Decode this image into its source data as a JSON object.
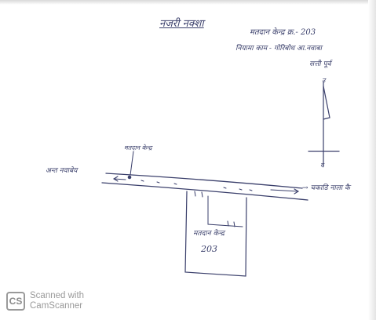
{
  "document": {
    "title": "नजरी नक्शा",
    "booth_line": "मतदान केन्द्र क्र.- 203",
    "area_line": "नियामा काम - गोरिबोध आ.नवाबा",
    "sub_line": "सत्ती पूर्व",
    "north_mark": "उ",
    "south_mark": "द",
    "polling_house_label": "मतदान केन्द्र",
    "left_direction_label": "अन्त नवाबेय",
    "right_direction_label": "→ चकाडि नाला कै",
    "building_label": "मतदान केन्द्र",
    "building_number": "203"
  },
  "watermark": {
    "logo": "CS",
    "line1": "Scanned with",
    "line2": "CamScanner"
  },
  "colors": {
    "ink": "#3a3f6b",
    "watermark": "#9a9a9a"
  }
}
